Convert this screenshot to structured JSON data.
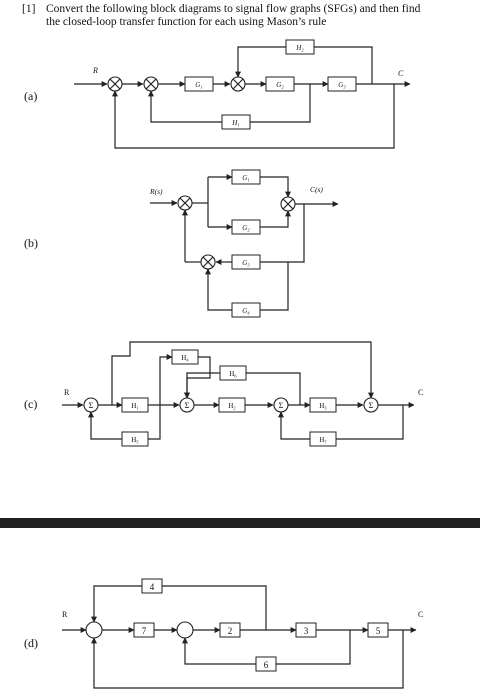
{
  "header": {
    "number": "[1]",
    "line1": "Convert the following block diagrams to signal flow graphs (SFGs) and then find",
    "line2": "the closed-loop transfer function for each using Mason’s rule"
  },
  "parts": {
    "a": {
      "label": "(a)",
      "input": "R",
      "output": "C",
      "blocks": {
        "g1": "G₁",
        "g2": "G₂",
        "g3": "G₃",
        "h1": "H₁",
        "h2": "H₂"
      }
    },
    "b": {
      "label": "(b)",
      "input": "R(s)",
      "output": "C(s)",
      "blocks": {
        "g1": "G₁",
        "g2": "G₂",
        "g3": "G₃",
        "g4": "G₄"
      }
    },
    "c": {
      "label": "(c)",
      "input": "R",
      "output": "C",
      "sum_symbol": "Σ",
      "blocks": {
        "h1": "H₁",
        "h2": "H₂",
        "h3": "H₃",
        "h4": "H₄",
        "h5": "H₅",
        "h6": "H₆",
        "h7": "H₇"
      }
    },
    "d": {
      "label": "(d)",
      "input": "R",
      "output": "C",
      "blocks": {
        "b7": "7",
        "b2": "2",
        "b3": "3",
        "b5": "5",
        "b4": "4",
        "b6": "6"
      }
    }
  }
}
